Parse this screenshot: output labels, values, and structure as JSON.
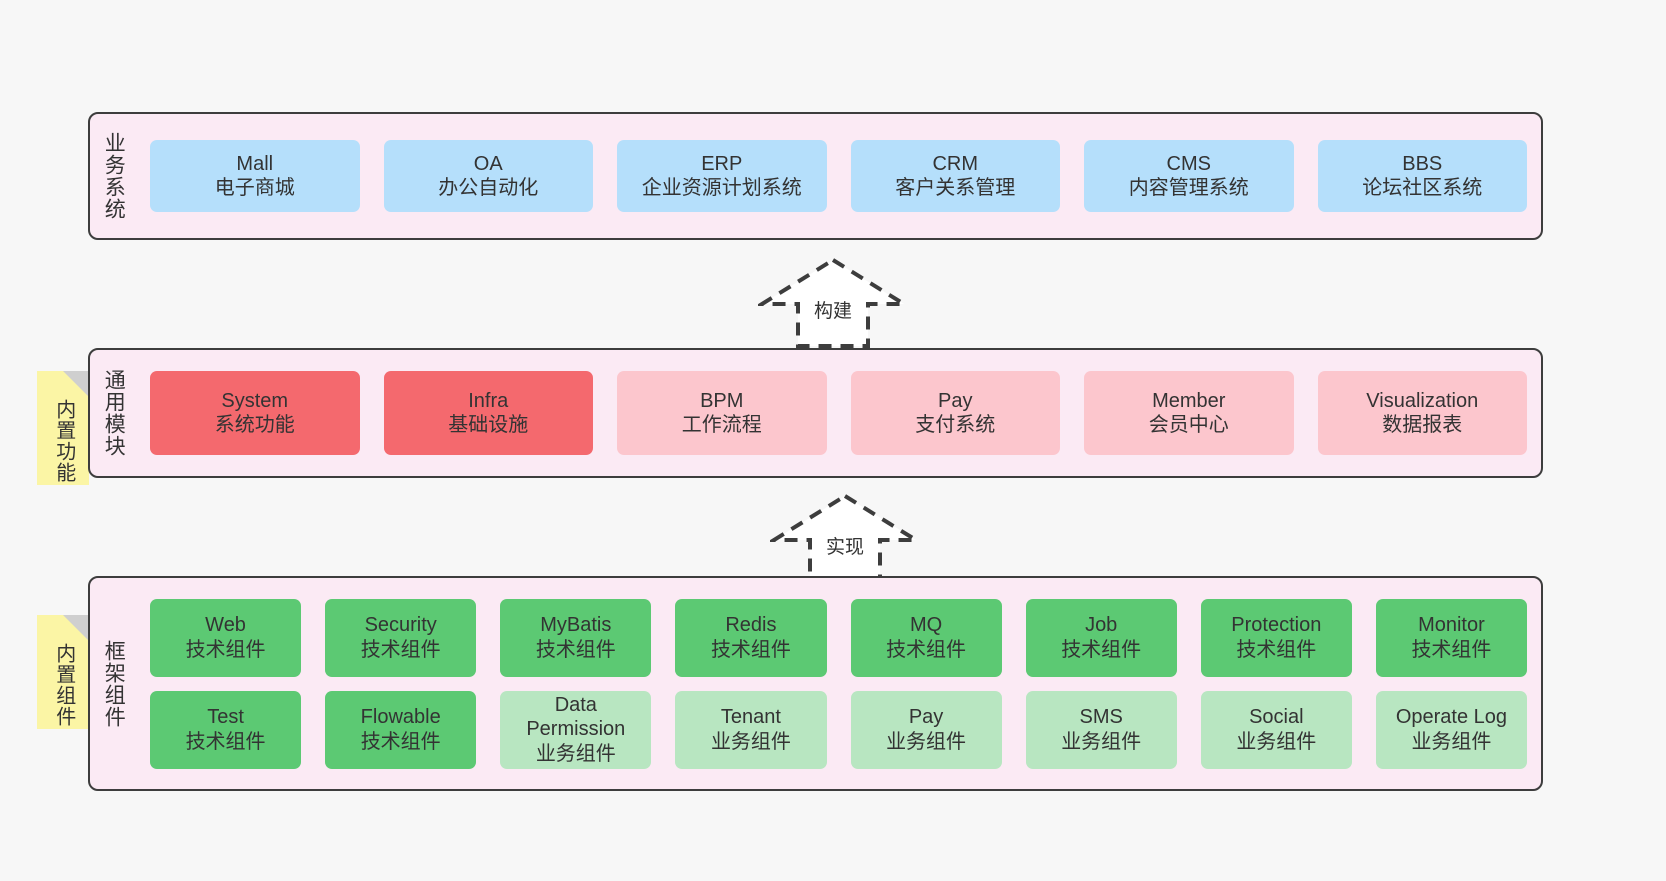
{
  "diagram": {
    "title": "",
    "background": "#f7f7f7",
    "colors": {
      "band_fill": "#fbeaf4",
      "band_border": "#3d3d3d",
      "business": "#b5dffb",
      "module_core": "#f4696e",
      "module_other": "#fcc6cd",
      "tech_component": "#5cc973",
      "business_component": "#b8e6c1",
      "note": "#fbf5a5",
      "note_fold": "#cfcfcf"
    }
  },
  "layers": [
    {
      "id": "business",
      "title": "业务系统",
      "note": null,
      "rows": [
        [
          {
            "en": "Mall",
            "cn": "电子商城",
            "color": "c-blue"
          },
          {
            "en": "OA",
            "cn": "办公自动化",
            "color": "c-blue"
          },
          {
            "en": "ERP",
            "cn": "企业资源计划系统",
            "color": "c-blue"
          },
          {
            "en": "CRM",
            "cn": "客户关系管理",
            "color": "c-blue"
          },
          {
            "en": "CMS",
            "cn": "内容管理系统",
            "color": "c-blue"
          },
          {
            "en": "BBS",
            "cn": "论坛社区系统",
            "color": "c-blue"
          }
        ]
      ]
    },
    {
      "id": "modules",
      "title": "通用模块",
      "note": "内置功能",
      "rows": [
        [
          {
            "en": "System",
            "cn": "系统功能",
            "color": "c-red"
          },
          {
            "en": "Infra",
            "cn": "基础设施",
            "color": "c-red"
          },
          {
            "en": "BPM",
            "cn": "工作流程",
            "color": "c-pink"
          },
          {
            "en": "Pay",
            "cn": "支付系统",
            "color": "c-pink"
          },
          {
            "en": "Member",
            "cn": "会员中心",
            "color": "c-pink"
          },
          {
            "en": "Visualization",
            "cn": "数据报表",
            "color": "c-pink"
          }
        ]
      ]
    },
    {
      "id": "framework",
      "title": "框架组件",
      "note": "内置组件",
      "rows": [
        [
          {
            "en": "Web",
            "cn": "技术组件",
            "color": "c-green"
          },
          {
            "en": "Security",
            "cn": "技术组件",
            "color": "c-green"
          },
          {
            "en": "MyBatis",
            "cn": "技术组件",
            "color": "c-green"
          },
          {
            "en": "Redis",
            "cn": "技术组件",
            "color": "c-green"
          },
          {
            "en": "MQ",
            "cn": "技术组件",
            "color": "c-green"
          },
          {
            "en": "Job",
            "cn": "技术组件",
            "color": "c-green"
          },
          {
            "en": "Protection",
            "cn": "技术组件",
            "color": "c-green"
          },
          {
            "en": "Monitor",
            "cn": "技术组件",
            "color": "c-green"
          }
        ],
        [
          {
            "en": "Test",
            "cn": "技术组件",
            "color": "c-green"
          },
          {
            "en": "Flowable",
            "cn": "技术组件",
            "color": "c-green"
          },
          {
            "en": "Data Permission",
            "cn": "业务组件",
            "color": "c-lightgreen"
          },
          {
            "en": "Tenant",
            "cn": "业务组件",
            "color": "c-lightgreen"
          },
          {
            "en": "Pay",
            "cn": "业务组件",
            "color": "c-lightgreen"
          },
          {
            "en": "SMS",
            "cn": "业务组件",
            "color": "c-lightgreen"
          },
          {
            "en": "Social",
            "cn": "业务组件",
            "color": "c-lightgreen"
          },
          {
            "en": "Operate Log",
            "cn": "业务组件",
            "color": "c-lightgreen"
          }
        ]
      ]
    }
  ],
  "connectors": [
    {
      "id": "build",
      "label": "构建",
      "direction": "up"
    },
    {
      "id": "implement",
      "label": "实现",
      "direction": "up"
    }
  ]
}
